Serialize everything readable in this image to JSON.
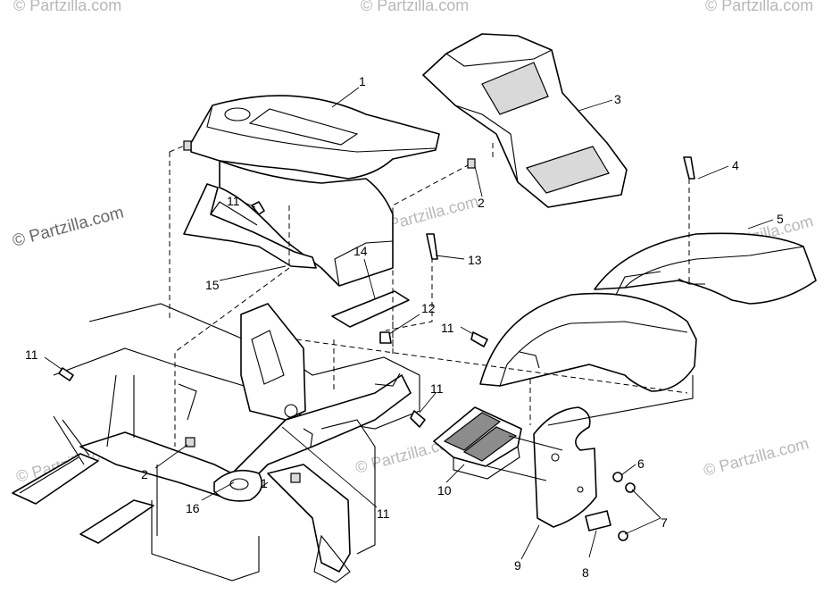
{
  "watermarks": {
    "small": "© Partzilla.com",
    "large": "© Partzilla.com"
  },
  "callouts": {
    "c1_top": "1",
    "c1_bottom": "1",
    "c2_top": "2",
    "c2_bottom": "2",
    "c3": "3",
    "c4": "4",
    "c5": "5",
    "c6": "6",
    "c7": "7",
    "c8": "8",
    "c9": "9",
    "c10": "10",
    "c11_a": "11",
    "c11_b": "11",
    "c11_c": "11",
    "c11_d": "11",
    "c11_e": "11",
    "c12": "12",
    "c13": "13",
    "c14": "14",
    "c15": "15",
    "c16": "16"
  }
}
